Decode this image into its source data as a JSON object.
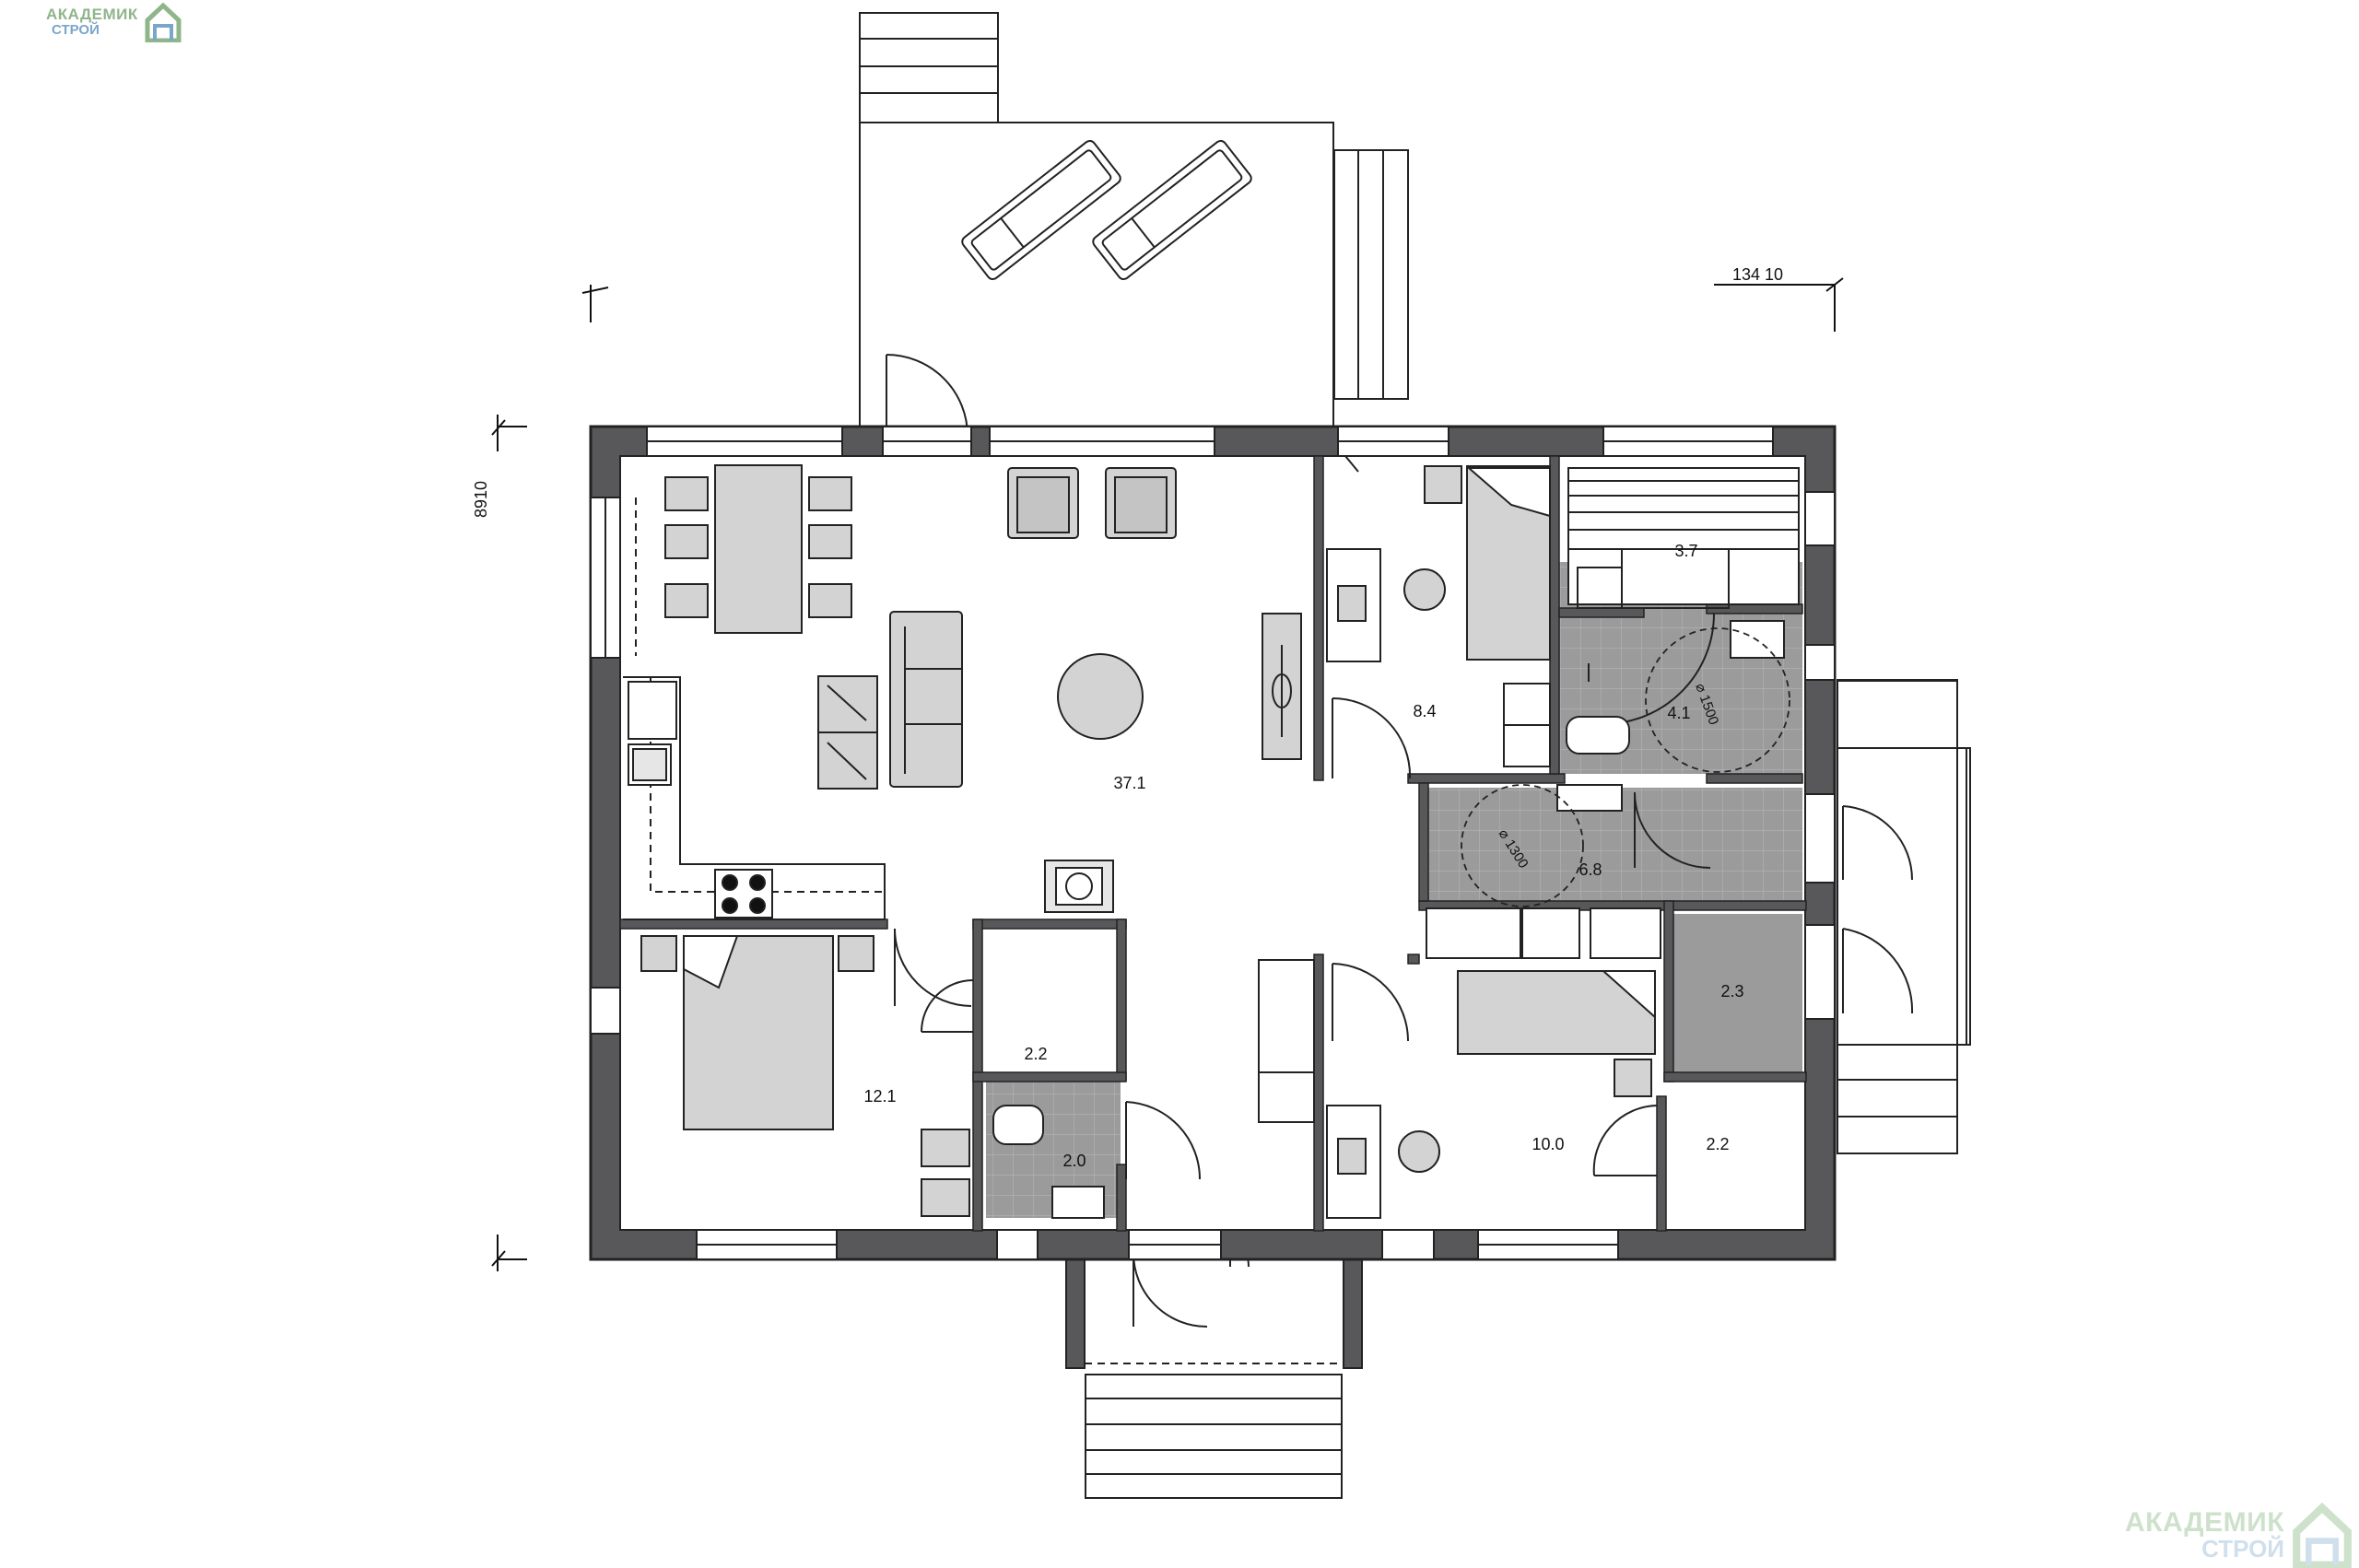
{
  "watermark": {
    "line1": "АКАДЕМИК",
    "line2": "СТРОЙ",
    "icon": "house-logo-icon",
    "colors": {
      "green": "#8fb58a",
      "blue": "#7aa6c9"
    }
  },
  "dimensions": {
    "width_label": "134 10",
    "height_label": "8910"
  },
  "rooms": [
    {
      "id": "living",
      "area": "37.1"
    },
    {
      "id": "bedroom_1",
      "area": "12.1"
    },
    {
      "id": "closet_1",
      "area": "2.2"
    },
    {
      "id": "wc",
      "area": "2.0"
    },
    {
      "id": "bedroom_2",
      "area": "8.4"
    },
    {
      "id": "sauna",
      "area": "3.7"
    },
    {
      "id": "shower",
      "area": "4.1"
    },
    {
      "id": "hall",
      "area": "6.8"
    },
    {
      "id": "technical",
      "area": "2.3"
    },
    {
      "id": "bedroom_3",
      "area": "10.0"
    },
    {
      "id": "closet_2",
      "area": "2.2"
    }
  ],
  "turning_circles": [
    {
      "label": "⌀ 1500"
    },
    {
      "label": "⌀ 1300"
    }
  ],
  "colors": {
    "wall": "#58585a",
    "wall_outline": "#222222",
    "furniture": "#d3d3d3",
    "wet_floor": "#9a9a9a",
    "line": "#222222"
  }
}
